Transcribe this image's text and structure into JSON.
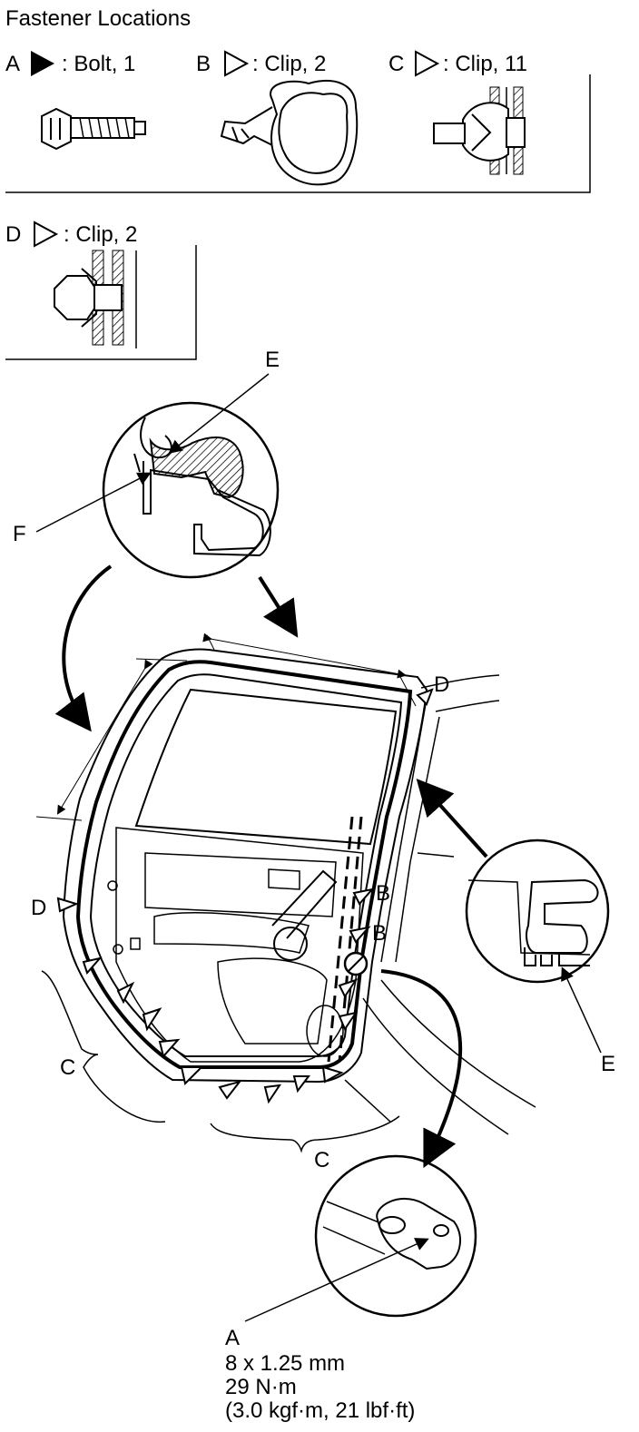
{
  "title": "Fastener Locations",
  "fasteners": [
    {
      "letter": "A",
      "desc": ": Bolt, 1",
      "marker": "filled-triangle"
    },
    {
      "letter": "B",
      "desc": ": Clip, 2",
      "marker": "open-triangle"
    },
    {
      "letter": "C",
      "desc": ": Clip, 11",
      "marker": "open-triangle"
    },
    {
      "letter": "D",
      "desc": ": Clip, 2",
      "marker": "open-triangle"
    }
  ],
  "callouts": {
    "e_top": "E",
    "f": "F",
    "d_top": "D",
    "d_left": "D",
    "b_1": "B",
    "b_2": "B",
    "c_left": "C",
    "c_bottom": "C",
    "e_right": "E",
    "a": "A"
  },
  "spec": {
    "size": "8 x 1.25 mm",
    "torque_nm": "29 N·m",
    "torque_alt": "(3.0 kgf·m, 21 lbf·ft)"
  }
}
